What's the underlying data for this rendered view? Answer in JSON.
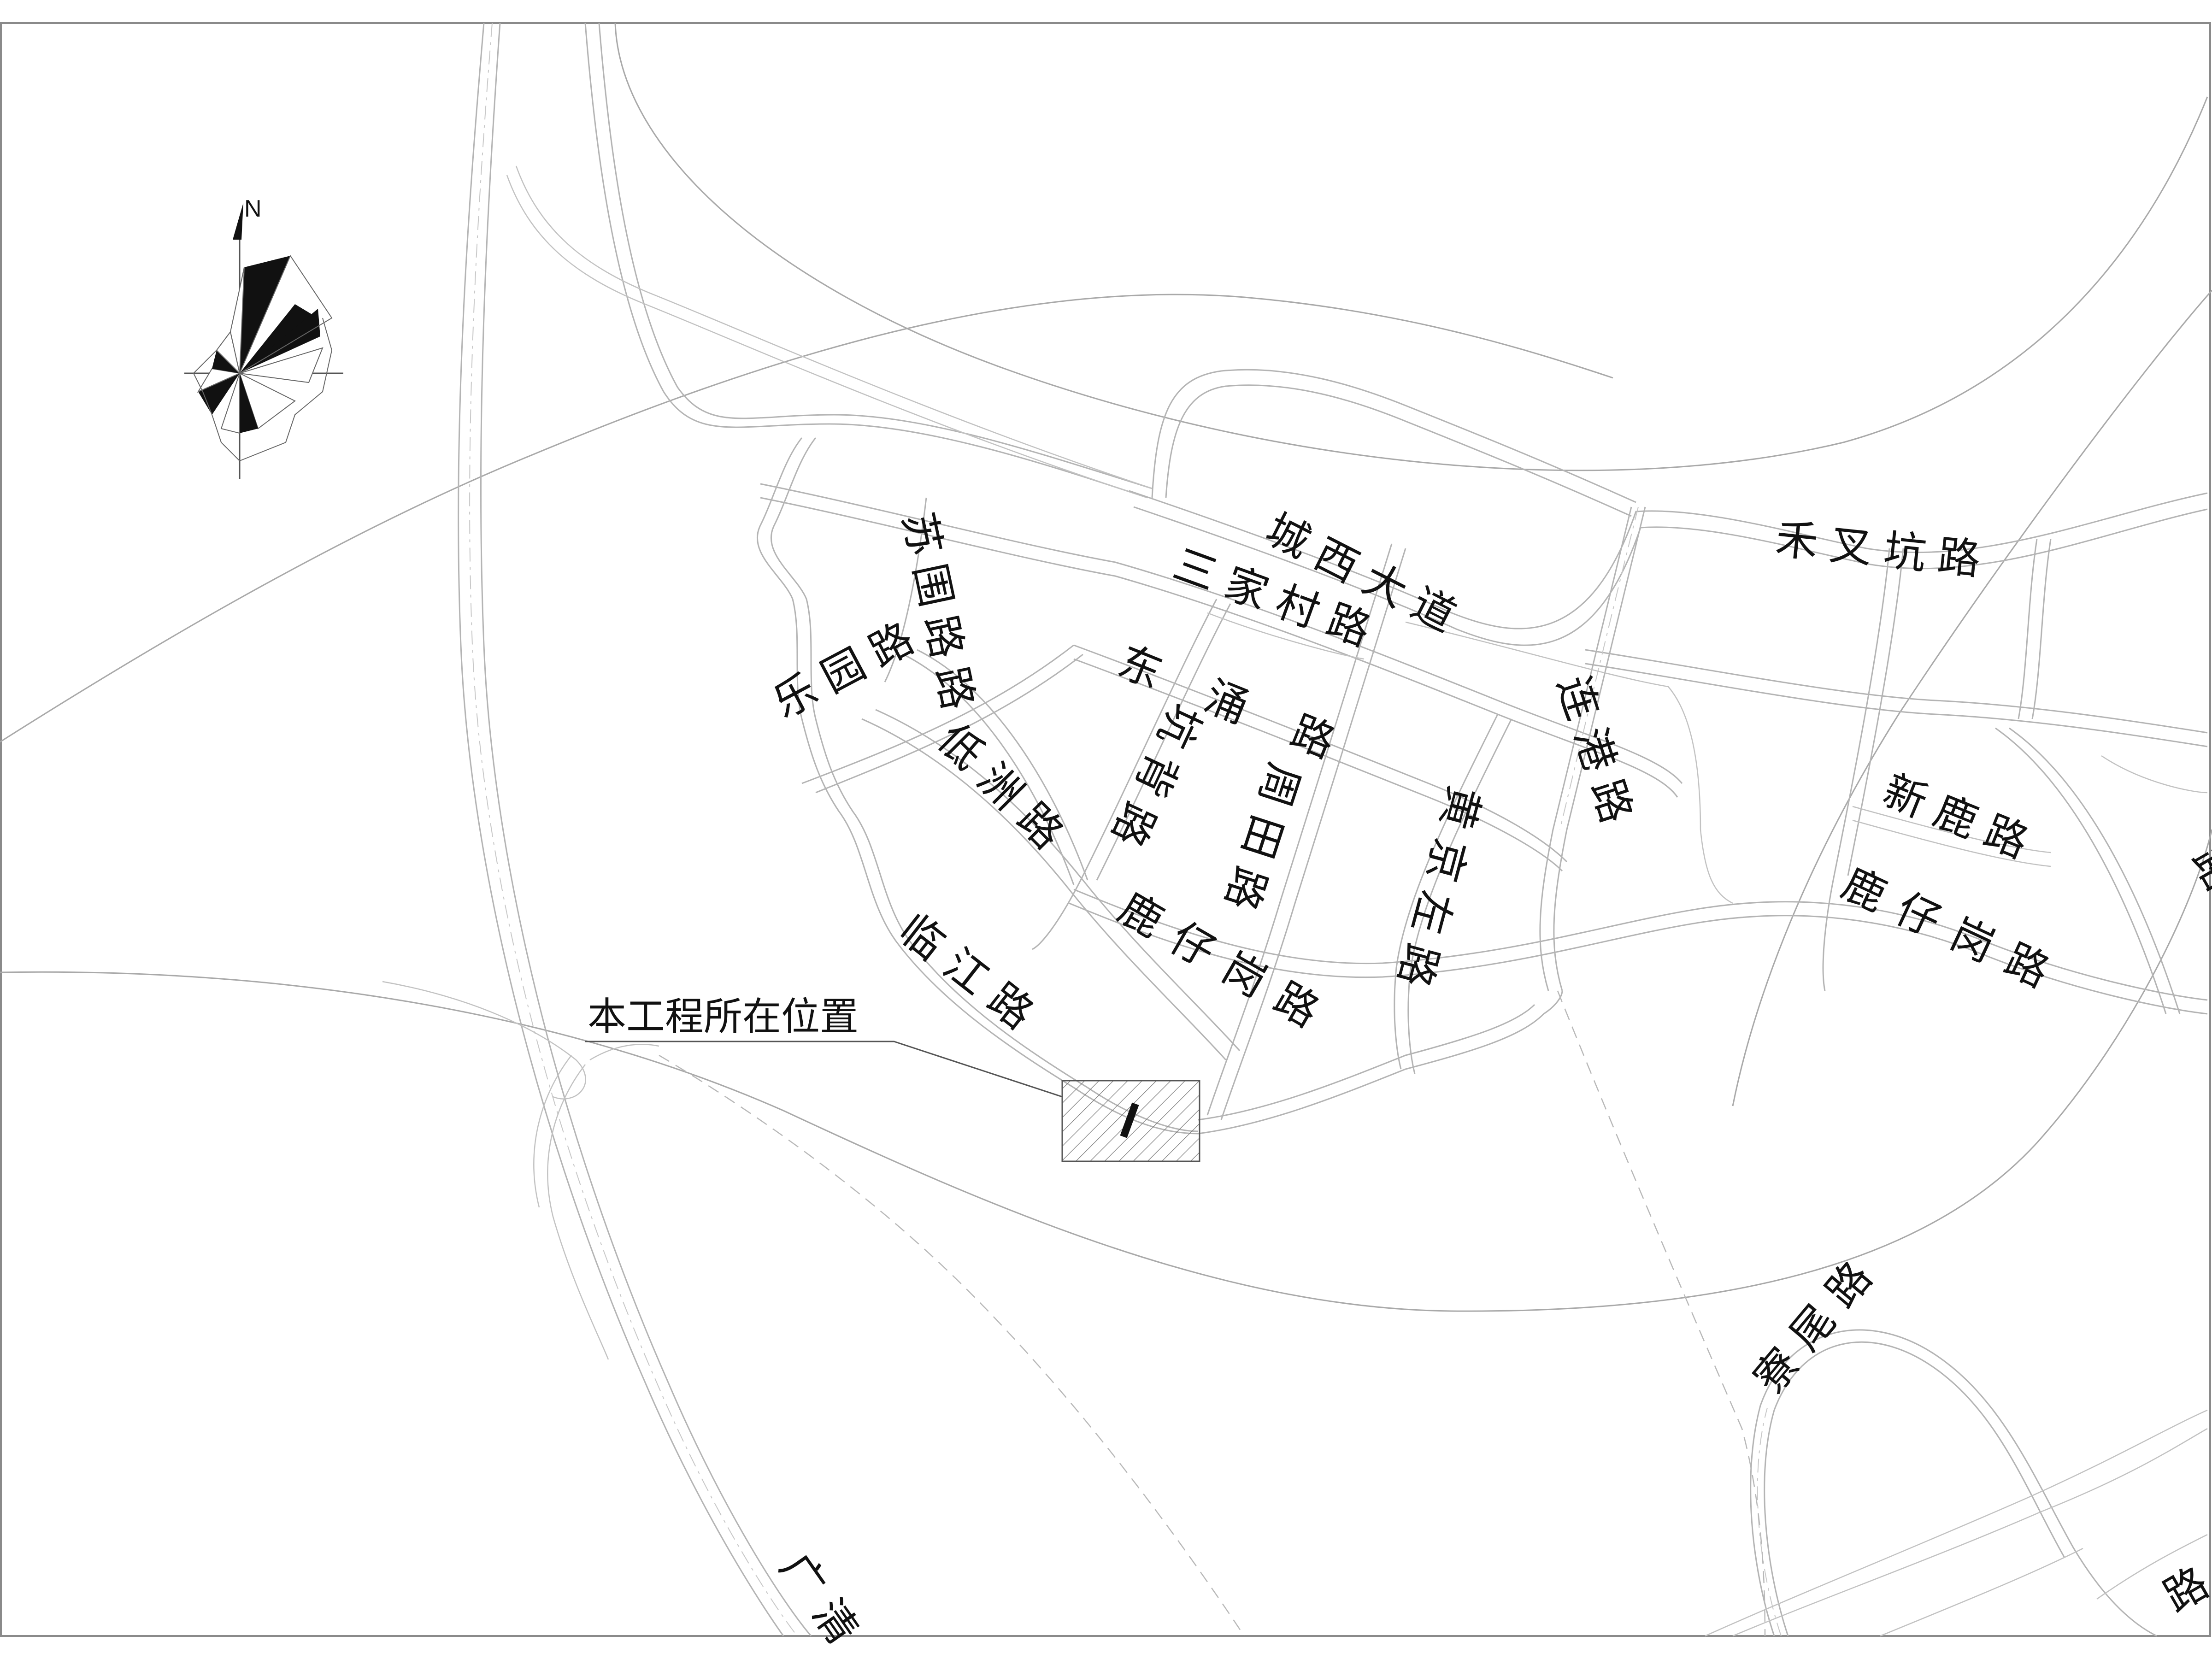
{
  "map": {
    "north_label": "N",
    "site_label": "本工程所在位置",
    "site_marker_label": "I",
    "road_labels": [
      {
        "id": "chengxi-dadao",
        "text": "城西大道"
      },
      {
        "id": "hechakeng-lu",
        "text": "禾叉坑路"
      },
      {
        "id": "sujia-lu",
        "text": "苏围路路"
      },
      {
        "id": "sanjiacun-lu",
        "text": "三家村路"
      },
      {
        "id": "leyuan-lu",
        "text": "乐园路"
      },
      {
        "id": "dongyong-lu",
        "text": "东涌路"
      },
      {
        "id": "kengbei-lu",
        "text": "坑背路"
      },
      {
        "id": "dizhou-lu",
        "text": "低洲路"
      },
      {
        "id": "zhoutian-lu",
        "text": "周田路"
      },
      {
        "id": "huangjing-zuo-lu",
        "text": "黄京左路"
      },
      {
        "id": "liangang-lu",
        "text": "连港路"
      },
      {
        "id": "xinlu-lu",
        "text": "新鹿路"
      },
      {
        "id": "luzaigang-lu-west",
        "text": "鹿仔岗路"
      },
      {
        "id": "luzaigang-lu-east",
        "text": "鹿仔岗路"
      },
      {
        "id": "linjiang-lu",
        "text": "临江路"
      },
      {
        "id": "liaowei-lu",
        "text": "寮尾路"
      },
      {
        "id": "guangqing",
        "text": "广清"
      }
    ],
    "edge_glyphs": [
      {
        "id": "east-edge-road",
        "text": "路"
      },
      {
        "id": "southeast-edge-road",
        "text": "路"
      }
    ]
  }
}
